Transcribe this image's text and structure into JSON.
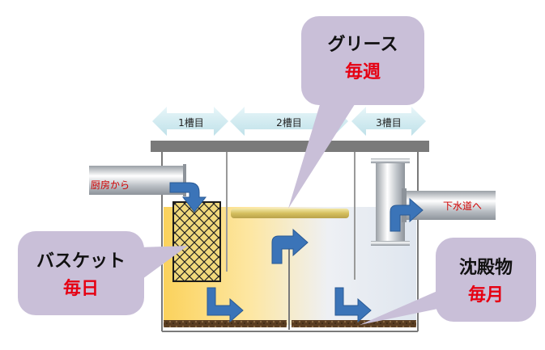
{
  "sections": [
    {
      "label": "1槽目"
    },
    {
      "label": "2槽目"
    },
    {
      "label": "3槽目"
    }
  ],
  "inlet": {
    "label": "厨房から"
  },
  "outlet": {
    "label": "下水道へ"
  },
  "callouts": {
    "grease": {
      "title": "グリース",
      "frequency": "毎週"
    },
    "basket": {
      "title": "バスケット",
      "frequency": "毎日"
    },
    "sediment": {
      "title": "沈殿物",
      "frequency": "毎月"
    }
  },
  "colors": {
    "callout_fill": "#c9bfd8",
    "frequency_red": "#e60012",
    "label_red": "#d00000",
    "arrow_blue": "#3b74b8",
    "arrow_cyan": "#cfeaf0",
    "lid_gray": "#7a7a7a",
    "grease_yellow": "#d8c46a"
  }
}
